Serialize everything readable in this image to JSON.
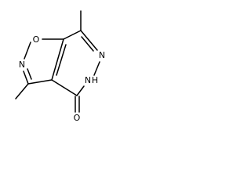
{
  "structure": {
    "atoms": {
      "ring_oxygen": "O",
      "ring_nitrogen_isoxazole": "N",
      "ring_nitrogen_imine": "N",
      "ring_nitrogen_nh": "N",
      "ring_hydrogen_nh": "H",
      "carbonyl_oxygen": "O"
    }
  }
}
